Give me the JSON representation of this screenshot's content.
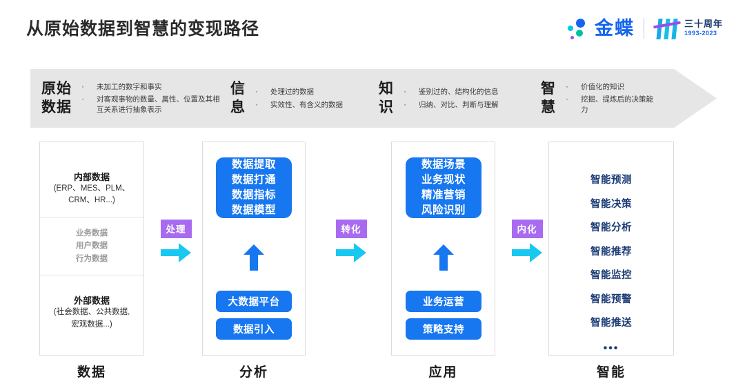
{
  "header": {
    "title": "从原始数据到智慧的变现路径",
    "logo": {
      "brand_cn": "金蝶",
      "anniversary_cn": "三十周年",
      "anniversary_years": "1993-2023",
      "dot_colors": [
        "#1464f0",
        "#00c8f0",
        "#00bfa5",
        "#a24bf0"
      ],
      "brand_color": "#1464f0"
    }
  },
  "banner": {
    "background": "#e6e6e6",
    "segments": [
      {
        "keyword": "原始\n数据",
        "bullets": [
          "未加工的数字和事实",
          "对客观事物的数量、属性、位置及其相互关系进行抽象表示"
        ]
      },
      {
        "keyword": "信\n息",
        "bullets": [
          "处理过的数据",
          "实效性、有含义的数据"
        ]
      },
      {
        "keyword": "知\n识",
        "bullets": [
          "鉴别过的、结构化的信息",
          "归纳、对比、判断与理解"
        ]
      },
      {
        "keyword": "智\n慧",
        "bullets": [
          "价值化的知识",
          "挖掘、提炼后的决策能力"
        ]
      }
    ]
  },
  "columns": {
    "data": {
      "bottom_label": "数据",
      "internal_title": "内部数据",
      "internal_sub": "(ERP、MES、PLM、\nCRM、HR...)",
      "middle_items": [
        "业务数据",
        "用户数据",
        "行为数据"
      ],
      "external_title": "外部数据",
      "external_sub": "(社会数据、公共数据,\n宏观数据...)"
    },
    "analysis": {
      "bottom_label": "分析",
      "main_box": "数据提取\n数据打通\n数据指标\n数据模型",
      "pills": [
        "大数据平台",
        "数据引入"
      ]
    },
    "application": {
      "bottom_label": "应用",
      "main_box": "数据场景\n业务现状\n精准营销\n风险识别",
      "pills": [
        "业务运营",
        "策略支持"
      ]
    },
    "intelligence": {
      "bottom_label": "智能",
      "items": [
        "智能预测",
        "智能决策",
        "智能分析",
        "智能推荐",
        "智能监控",
        "智能预警",
        "智能推送"
      ],
      "ellipsis": "•••"
    }
  },
  "connectors": [
    {
      "label": "处理"
    },
    {
      "label": "转化"
    },
    {
      "label": "内化"
    }
  ],
  "colors": {
    "blue": "#1777f0",
    "purple": "#a86bf0",
    "cyan": "#19c8f0",
    "navy": "#1a3a75",
    "gray_text": "#9a9a9a"
  }
}
